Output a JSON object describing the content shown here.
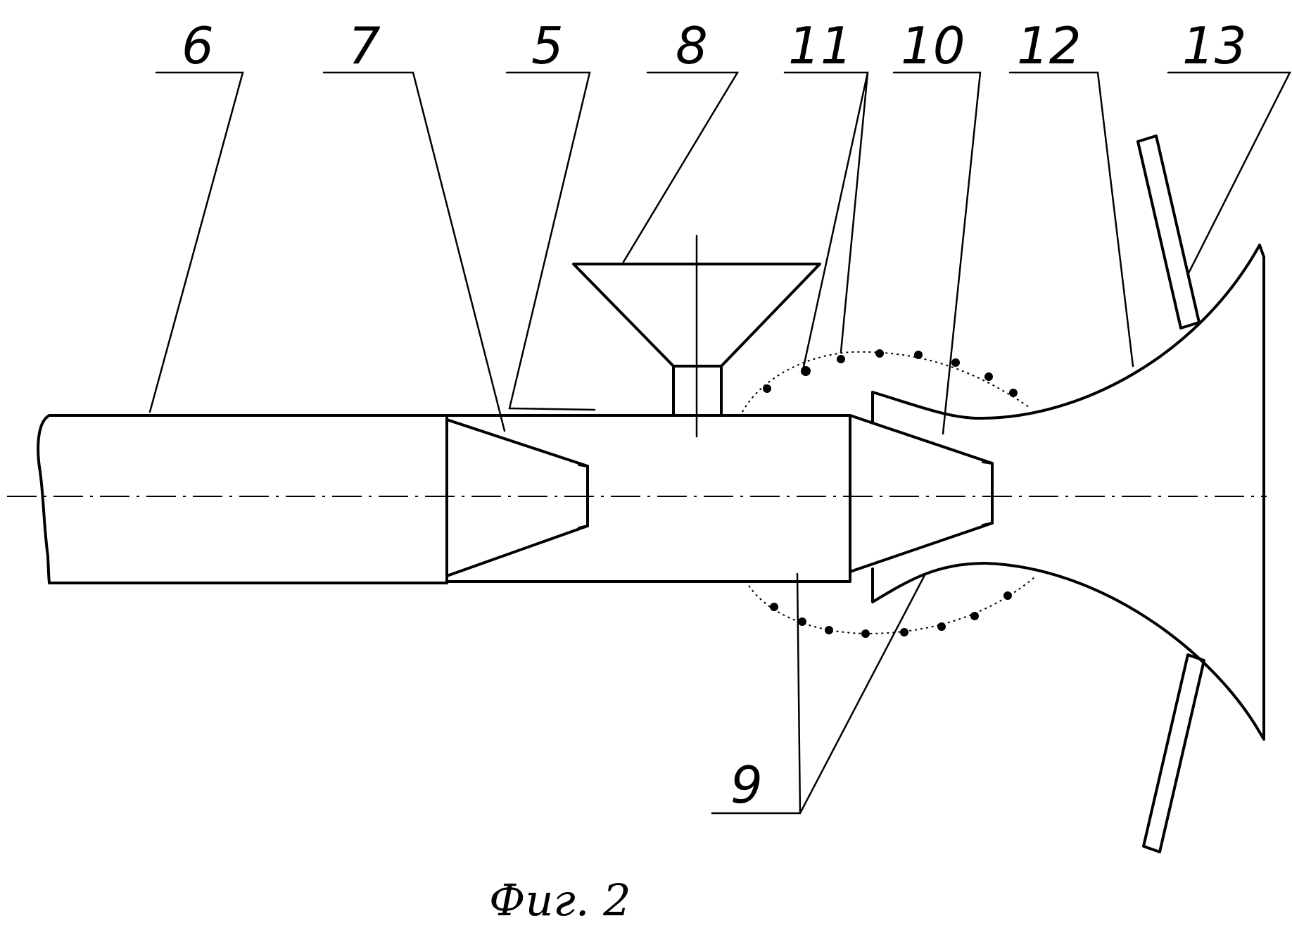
{
  "figure": {
    "caption": "Фиг. 2",
    "labels": {
      "l6": "6",
      "l7": "7",
      "l5": "5",
      "l8": "8",
      "l11": "11",
      "l10": "10",
      "l12": "12",
      "l13": "13",
      "l9": "9"
    }
  }
}
